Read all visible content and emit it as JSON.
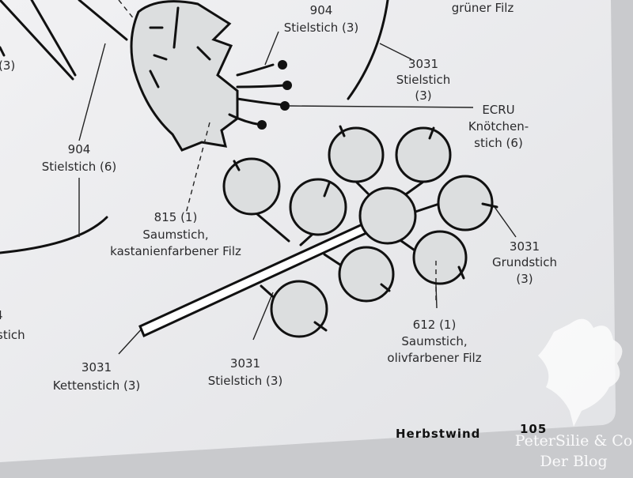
{
  "labels": {
    "gruener_filz": "grüner Filz",
    "l904a_num": "904",
    "l904a_stitch": "Stielstich (3)",
    "l3031a_num": "3031",
    "l3031a_stitch": "Stielstich",
    "l3031a_count": "(3)",
    "ecru_num": "ECRU",
    "ecru_stitch1": "Knötchen-",
    "ecru_stitch2": "stich (6)",
    "left_partial_count": "(3)",
    "l904b_num": "904",
    "l904b_stitch": "Stielstich (6)",
    "l815_num": "815 (1)",
    "l815_stitch": "Saumstich,",
    "l815_felt": "kastanienfarbener Filz",
    "l3031b_num": "3031",
    "l3031b_stitch": "Grundstich",
    "l3031b_count": "(3)",
    "left_partial_num": "4",
    "left_partial_stitch": "stich",
    "l612_num": "612 (1)",
    "l612_stitch": "Saumstich,",
    "l612_felt": "olivfarbener Filz",
    "l3031c_num": "3031",
    "l3031c_stitch": "Kettenstich (3)",
    "l3031d_num": "3031",
    "l3031d_stitch": "Stielstich (3)"
  },
  "footer": {
    "title": "Herbstwind",
    "page_number": "105"
  },
  "watermark": {
    "line1": "PeterSilie & Co",
    "line2": "Der Blog"
  },
  "colors": {
    "page": "#ececee",
    "fill": "#dcdedf",
    "ink": "#111111"
  }
}
